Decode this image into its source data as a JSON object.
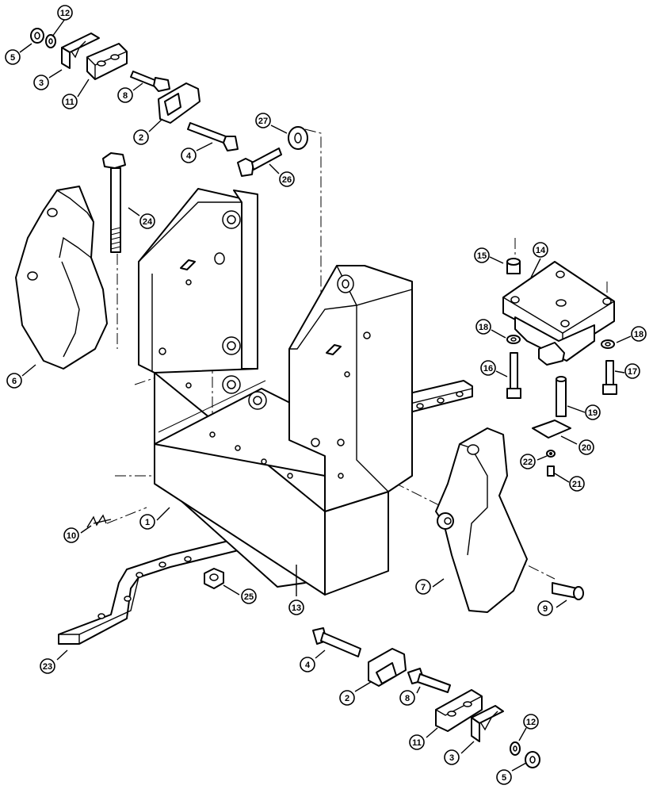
{
  "callouts": [
    {
      "label": "12"
    },
    {
      "label": "5"
    },
    {
      "label": "3"
    },
    {
      "label": "11"
    },
    {
      "label": "8"
    },
    {
      "label": "2"
    },
    {
      "label": "4"
    },
    {
      "label": "27"
    },
    {
      "label": "26"
    },
    {
      "label": "24"
    },
    {
      "label": "6"
    },
    {
      "label": "15"
    },
    {
      "label": "14"
    },
    {
      "label": "18"
    },
    {
      "label": "18"
    },
    {
      "label": "16"
    },
    {
      "label": "17"
    },
    {
      "label": "19"
    },
    {
      "label": "20"
    },
    {
      "label": "22"
    },
    {
      "label": "21"
    },
    {
      "label": "1"
    },
    {
      "label": "10"
    },
    {
      "label": "25"
    },
    {
      "label": "13"
    },
    {
      "label": "7"
    },
    {
      "label": "9"
    },
    {
      "label": "23"
    },
    {
      "label": "4"
    },
    {
      "label": "2"
    },
    {
      "label": "8"
    },
    {
      "label": "12"
    },
    {
      "label": "11"
    },
    {
      "label": "3"
    },
    {
      "label": "5"
    }
  ]
}
